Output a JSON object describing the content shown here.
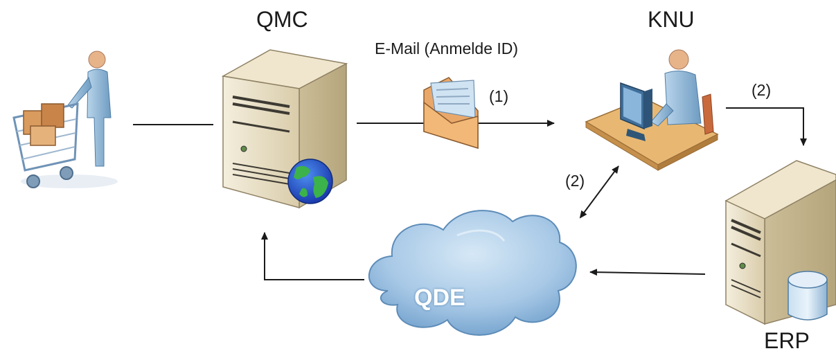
{
  "nodes": {
    "qmc": "QMC",
    "knu": "KNU",
    "erp": "ERP",
    "qde": "QDE"
  },
  "edges": {
    "email": "E-Mail (Anmelde ID)",
    "step1": "(1)",
    "step2_erp": "(2)",
    "step2_qde": "(2)"
  },
  "icons": {
    "shopper": "shopping-cart-person-icon",
    "qmc_server": "web-server-icon",
    "envelope": "email-envelope-icon",
    "knu_workstation": "user-workstation-icon",
    "erp_server": "database-server-icon",
    "qde_cloud": "cloud-icon"
  },
  "colors": {
    "server_body": "#e6dcc4",
    "person": "#8fb6d4",
    "desk": "#e8b873",
    "cloud": "#a9cbe8",
    "line": "#1a1a1a"
  }
}
